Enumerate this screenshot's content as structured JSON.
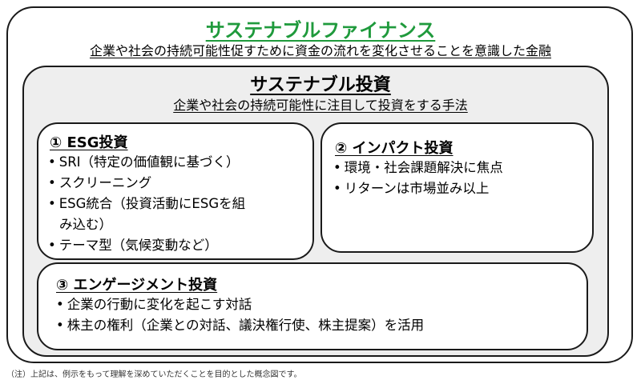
{
  "sustainable_finance": {
    "title": "サステナブルファイナンス",
    "subtitle": "企業や社会の持続可能性促すために資金の流れを変化させることを意識した金融"
  },
  "sustainable_investment": {
    "title": "サステナブル投資",
    "subtitle": "企業や社会の持続可能性に注目して投資をする手法"
  },
  "esg": {
    "title": "① ESG投資",
    "items": [
      "SRI（特定の価値観に基づく）",
      "スクリーニング",
      "ESG統合（投資活動にESGを組",
      "み込む）",
      "テーマ型（気候変動など）"
    ]
  },
  "impact": {
    "title": "② インパクト投資",
    "items": [
      "環境・社会課題解決に焦点",
      "リターンは市場並み以上"
    ]
  },
  "engagement": {
    "title": "③ エンゲージメント投資",
    "items": [
      "企業の行動に変化を起こす対話",
      "株主の権利（企業との対話、議決権行使、株主提案）を活用"
    ]
  },
  "footnote": "（注）上記は、例示をもって理解を深めていただくことを目的とした概念図です。",
  "colors": {
    "title_green": "#1f9a3c",
    "inner_bg": "#eeeeee",
    "border": "#1a1a1a"
  }
}
